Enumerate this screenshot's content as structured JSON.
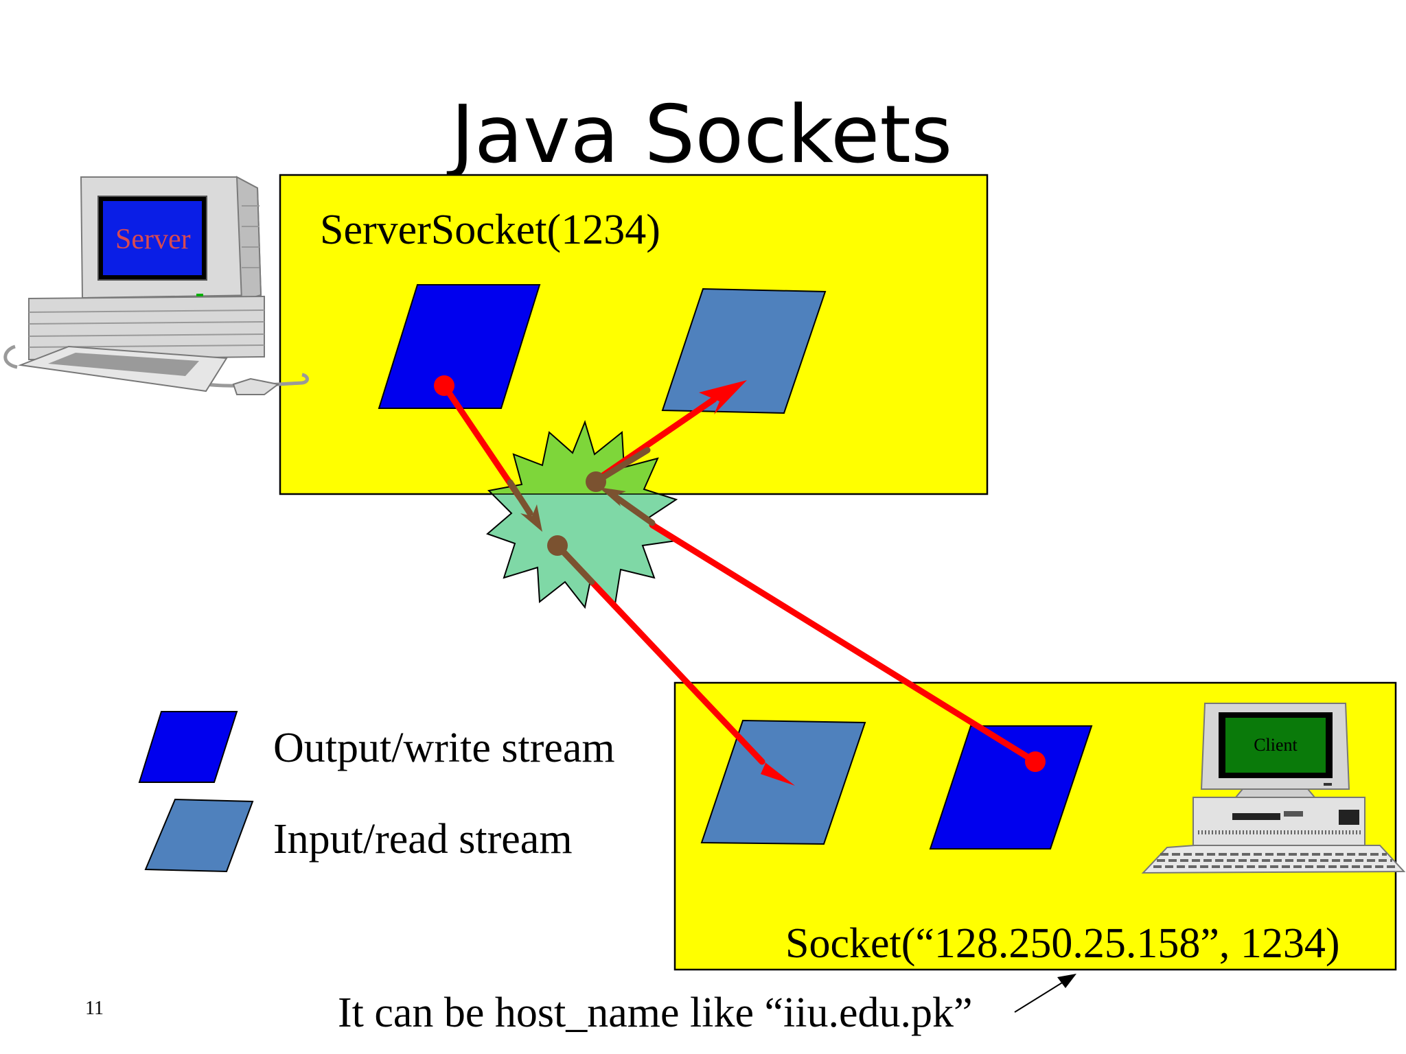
{
  "slide": {
    "title": "Java Sockets",
    "page_number": "11"
  },
  "server": {
    "screen_label": "Server",
    "box_label": "ServerSocket(1234)"
  },
  "client": {
    "screen_label": "Client",
    "box_label": "Socket(“128.250.25.158”, 1234)"
  },
  "legend": {
    "output_label": "Output/write stream",
    "input_label": "Input/read stream"
  },
  "note": "It can be host_name like “iiu.edu.pk”",
  "colors": {
    "box_yellow": "#ffff00",
    "output_stream": "#0000ee",
    "input_stream": "#4f81bd",
    "arrow_red": "#ff0000",
    "arrow_brown": "#7b5230",
    "burst_top": "#7ed63a",
    "burst_bottom": "#7fd8a6",
    "server_screen": "#0a1ee6",
    "client_screen": "#0a7a0a"
  }
}
